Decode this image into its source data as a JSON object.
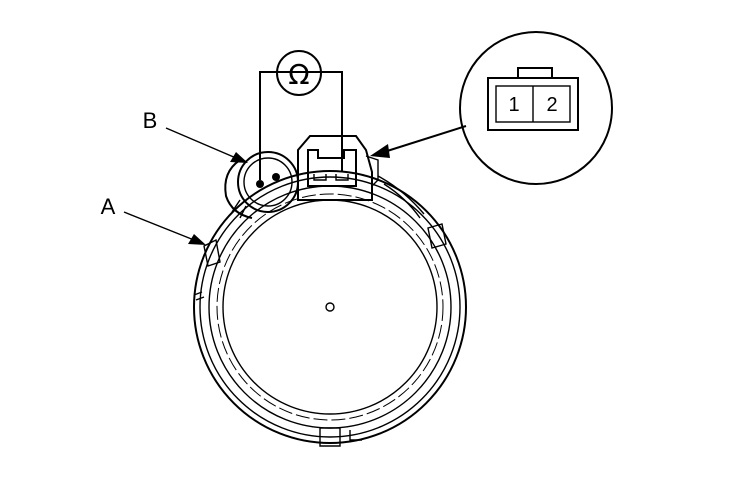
{
  "labels": {
    "part_a": "A",
    "part_b": "B"
  },
  "meter": {
    "symbol": "Ω"
  },
  "connector": {
    "pin_1": "1",
    "pin_2": "2"
  },
  "colors": {
    "line": "#000000",
    "background": "#ffffff"
  }
}
